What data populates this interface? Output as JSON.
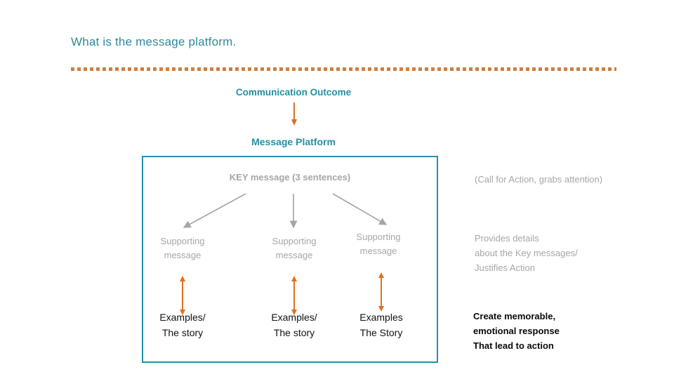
{
  "slide": {
    "title": "What is the message platform.",
    "title_color": "#2f8a9b",
    "divider_color": "#cf7f3c",
    "box_border_color": "#2391a6",
    "arrow_orange": "#e2701e",
    "arrow_gray": "#a6a6a6"
  },
  "flow": {
    "outcome_label": "Communication Outcome",
    "platform_label": "Message Platform"
  },
  "platform": {
    "key_message": "KEY message (3 sentences)",
    "columns": [
      {
        "support": "Supporting\nmessage",
        "example": "Examples/\nThe story"
      },
      {
        "support": "Supporting\nmessage",
        "example": "Examples/\nThe story"
      },
      {
        "support": "Supporting\nmessage",
        "example": "Examples\nThe Story"
      }
    ]
  },
  "annotations": {
    "call_for_action": "(Call for Action, grabs attention)",
    "provides_details": "Provides details\nabout the Key messages/\nJustifies Action",
    "create_memorable": "Create memorable,\n emotional response\nThat lead to action"
  }
}
